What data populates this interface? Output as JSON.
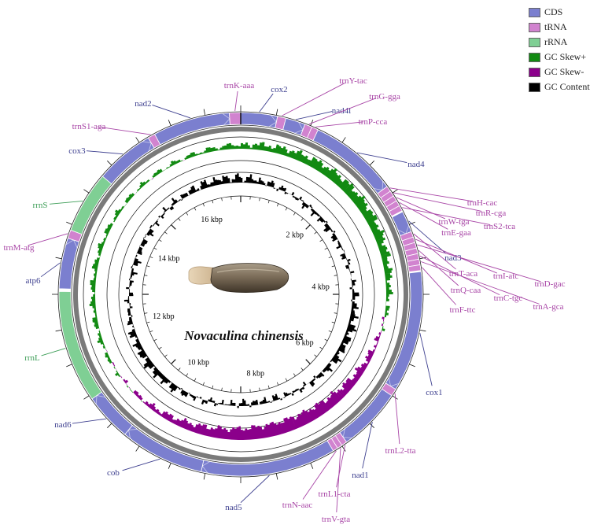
{
  "species": "Novaculina chinensis",
  "colors": {
    "CDS": "#7b7fcf",
    "tRNA": "#d183cf",
    "rRNA": "#7fcf94",
    "gc_skew_plus": "#128a12",
    "gc_skew_minus": "#8b008b",
    "gc_content": "#000000",
    "backbone": "#7a7a7a"
  },
  "legend": [
    {
      "label": "CDS",
      "color": "#7b7fcf"
    },
    {
      "label": "tRNA",
      "color": "#d183cf"
    },
    {
      "label": "rRNA",
      "color": "#7fcf94"
    },
    {
      "label": "GC Skew+",
      "color": "#128a12"
    },
    {
      "label": "GC Skew-",
      "color": "#8b008b"
    },
    {
      "label": "GC Content",
      "color": "#000000"
    }
  ],
  "kbp_labels": [
    "2 kbp",
    "4 kbp",
    "6 kbp",
    "8 kbp",
    "10 kbp",
    "12 kbp",
    "14 kbp",
    "16 kbp"
  ],
  "features": [
    {
      "name": "cox2",
      "type": "CDS",
      "start": 0.0,
      "end": 6.5
    },
    {
      "name": "trnY-tac",
      "type": "tRNA",
      "start": 6.5,
      "end": 8.0
    },
    {
      "name": "nad4l",
      "type": "CDS",
      "start": 8.0,
      "end": 11.5
    },
    {
      "name": "trnG-gga",
      "type": "tRNA",
      "start": 11.5,
      "end": 12.8
    },
    {
      "name": "trnP-cca",
      "type": "tRNA",
      "start": 12.8,
      "end": 14.0
    },
    {
      "name": "nad4",
      "type": "CDS",
      "start": 14.0,
      "end": 29.8
    },
    {
      "name": "trnH-cac",
      "type": "tRNA",
      "start": 29.8,
      "end": 30.8
    },
    {
      "name": "trnR-cga",
      "type": "tRNA",
      "start": 30.8,
      "end": 31.8
    },
    {
      "name": "trnW-tga",
      "type": "tRNA",
      "start": 31.8,
      "end": 32.8
    },
    {
      "name": "trnE-gaa",
      "type": "tRNA",
      "start": 32.8,
      "end": 33.8
    },
    {
      "name": "trnS2-tca",
      "type": "tRNA",
      "start": 33.8,
      "end": 34.8
    },
    {
      "name": "nad3",
      "type": "CDS",
      "start": 35.0,
      "end": 38.8
    },
    {
      "name": "trnT-aca",
      "type": "tRNA",
      "start": 38.8,
      "end": 39.8
    },
    {
      "name": "trnI-atc",
      "type": "tRNA",
      "start": 39.8,
      "end": 40.8
    },
    {
      "name": "trnD-gac",
      "type": "tRNA",
      "start": 40.8,
      "end": 41.8
    },
    {
      "name": "trnQ-caa",
      "type": "tRNA",
      "start": 41.8,
      "end": 42.8
    },
    {
      "name": "trnC-tgc",
      "type": "tRNA",
      "start": 42.8,
      "end": 43.8
    },
    {
      "name": "trnA-gca",
      "type": "tRNA",
      "start": 43.8,
      "end": 44.8
    },
    {
      "name": "trnF-ttc",
      "type": "tRNA",
      "start": 44.8,
      "end": 45.8
    },
    {
      "name": "cox1",
      "type": "CDS",
      "start": 46.0,
      "end": 67.5
    },
    {
      "name": "trnL2-tta",
      "type": "tRNA",
      "start": 67.5,
      "end": 68.8
    },
    {
      "name": "nad1",
      "type": "CDS",
      "start": 68.8,
      "end": 80.2
    },
    {
      "name": "trnL1-cta",
      "type": "tRNA",
      "start": 80.2,
      "end": 81.2
    },
    {
      "name": "trnV-gta",
      "type": "tRNA",
      "start": 81.2,
      "end": 82.1
    },
    {
      "name": "trnN-aac",
      "type": "tRNA",
      "start": 82.1,
      "end": 83.0
    },
    {
      "name": "nad5",
      "type": "CDS",
      "start": 83.0,
      "end": 107.0
    },
    {
      "name": "cob",
      "type": "CDS",
      "start": 107.0,
      "end": 122.0
    },
    {
      "name": "nad6",
      "type": "CDS",
      "start": 122.0,
      "end": 130.5
    },
    {
      "name": "rrnL",
      "type": "rRNA",
      "start": 130.5,
      "end": 150.5
    },
    {
      "name": "atp6",
      "type": "CDS",
      "start": 151.0,
      "end": 160.0
    },
    {
      "name": "trnM-atg",
      "type": "tRNA",
      "start": 160.0,
      "end": 161.5
    },
    {
      "name": "rrnS",
      "type": "rRNA",
      "start": 161.5,
      "end": 172.5
    },
    {
      "name": "cox3",
      "type": "CDS",
      "start": 172.5,
      "end": 183.0
    },
    {
      "name": "trnS1-aga",
      "type": "tRNA",
      "start": 183.0,
      "end": 184.3
    },
    {
      "name": "nad2",
      "type": "CDS",
      "start": 184.3,
      "end": 198.0
    },
    {
      "name": "trnK-aaa",
      "type": "tRNA",
      "start": 198.0,
      "end": 200.0
    }
  ]
}
